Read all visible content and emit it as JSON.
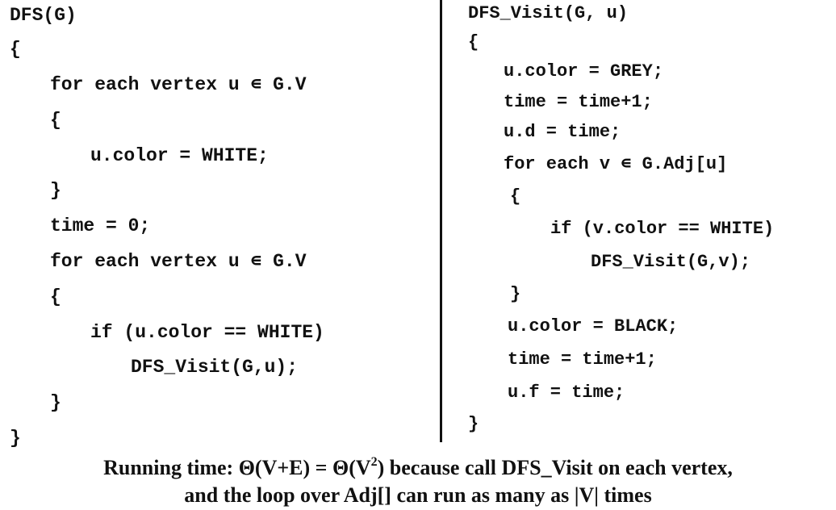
{
  "left_procedure": {
    "lines": [
      "DFS(G)",
      "{",
      "for each vertex u ∊ G.V",
      "{",
      "u.color = WHITE;",
      "}",
      "time = 0;",
      "for each vertex u ∊ G.V",
      "{",
      "if (u.color == WHITE)",
      "DFS_Visit(G,u);",
      "}",
      "}"
    ]
  },
  "right_procedure": {
    "lines": [
      "DFS_Visit(G, u)",
      "{",
      "u.color = GREY;",
      "time = time+1;",
      "u.d = time;",
      "for each v ∊ G.Adj[u]",
      "{",
      "if (v.color == WHITE)",
      "DFS_Visit(G,v);",
      "}",
      "u.color = BLACK;",
      "time = time+1;",
      "u.f = time;",
      "}"
    ]
  },
  "caption": {
    "line1_before_sup": "Running time: Θ(V+E)  = Θ(V",
    "line1_sup": "2",
    "line1_after_sup": ") because call DFS_Visit on each vertex,",
    "line2": "and the loop over Adj[] can run as many as |V| times"
  }
}
